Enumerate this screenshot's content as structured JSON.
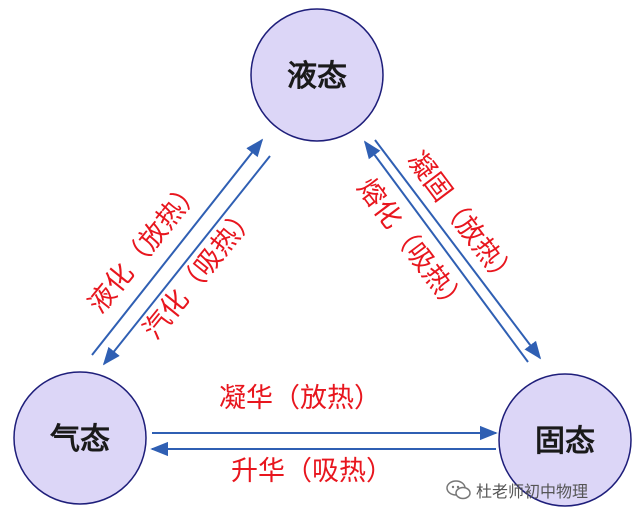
{
  "nodes": {
    "liquid": {
      "label": "液态"
    },
    "gas": {
      "label": "气态"
    },
    "solid": {
      "label": "固态"
    }
  },
  "edges": {
    "liquefaction": {
      "label": "液化（放热）"
    },
    "vaporization": {
      "label": "汽化（吸热）"
    },
    "solidification": {
      "label": "凝固（放热）"
    },
    "melting": {
      "label": "熔化（吸热）"
    },
    "deposition": {
      "label": "凝华（放热）"
    },
    "sublimation": {
      "label": "升华（吸热）"
    }
  },
  "watermark": {
    "text": "杜老师初中物理",
    "icon": "wechat-icon"
  },
  "colors": {
    "node_fill": "#dcd6f7",
    "node_stroke": "#1e1e7a",
    "arrow": "#2f5fb3",
    "label": "#e8161e"
  }
}
